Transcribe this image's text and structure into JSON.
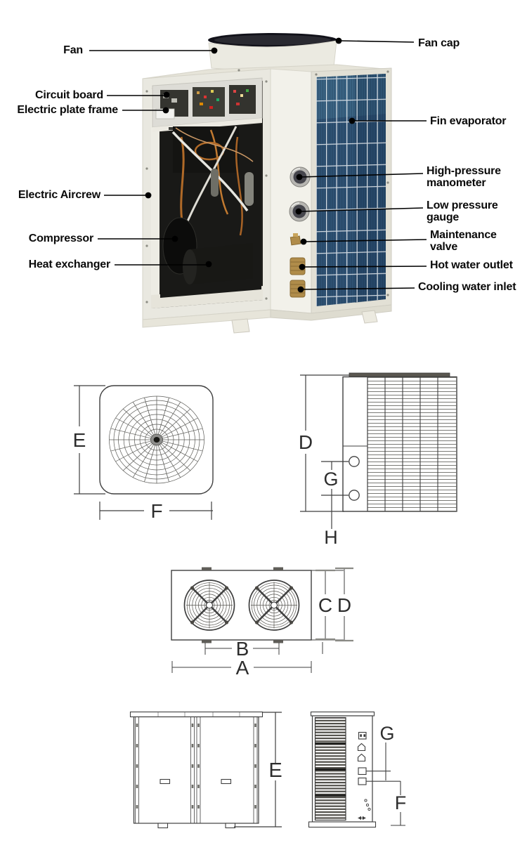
{
  "unit_photo": {
    "callouts_left": [
      {
        "label": "Fan"
      },
      {
        "label": "Circuit board"
      },
      {
        "label": "Electric plate frame"
      },
      {
        "label": "Electric Aircrew"
      },
      {
        "label": "Compressor"
      },
      {
        "label": "Heat exchanger"
      }
    ],
    "callouts_right": [
      {
        "label": "Fan cap"
      },
      {
        "label": "Fin evaporator"
      },
      {
        "label": "High-pressure manometer"
      },
      {
        "label": "Low pressure gauge"
      },
      {
        "label": "Maintenance valve"
      },
      {
        "label": "Hot water outlet"
      },
      {
        "label": "Cooling water inlet"
      }
    ]
  },
  "dimension_drawings": {
    "fan_front_view": {
      "height": "E",
      "width": "F"
    },
    "unit_side_view": {
      "height": "D",
      "port_spacing": "G",
      "port_to_base": "H"
    },
    "unit_top_view": {
      "overall_length": "A",
      "fan_spacing": "B",
      "depth_1": "C",
      "depth_2": "D"
    },
    "unit_front_view": {
      "height": "E"
    },
    "connection_side_view": {
      "port_spacing": "G",
      "port_height": "F"
    }
  },
  "colors": {
    "evaporator_blue": "#2e5173",
    "brass_fitting": "#b08c4a",
    "fan_cap_black": "#12121a",
    "cabinet_white": "#edece4",
    "callout_line": "#000000",
    "drawing_line": "#3f3f3f"
  }
}
